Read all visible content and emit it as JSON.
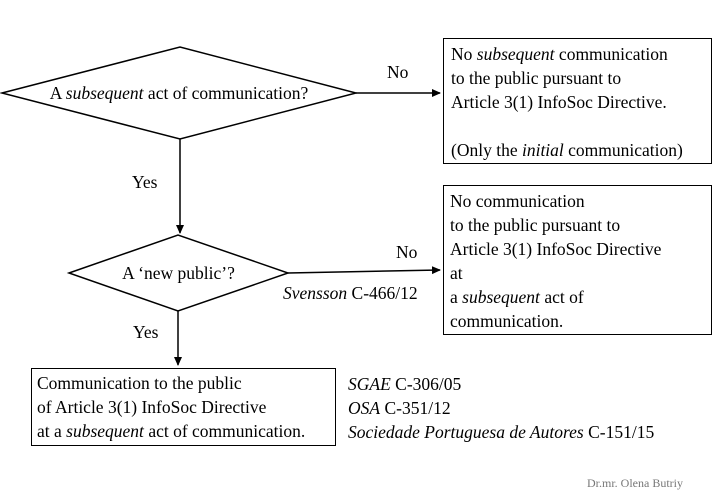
{
  "diamond1": {
    "pre": "A ",
    "em": "subsequent",
    "post": " act of communication?"
  },
  "diamond2": {
    "text": "A ‘new public’?"
  },
  "edges": {
    "no1": "No",
    "yes1": "Yes",
    "no2": "No",
    "yes2": "Yes"
  },
  "svensson": {
    "case_name": "Svensson",
    "case_no": " C-466/12"
  },
  "box1": {
    "line1_pre": "No ",
    "line1_em": "subsequent",
    "line1_post": " communication",
    "line2": "to the public pursuant to",
    "line3": "Article 3(1) InfoSoc Directive.",
    "line5_pre": "(Only the ",
    "line5_em": "initial",
    "line5_post": " communication)"
  },
  "box2": {
    "line1": "No communication",
    "line2": "to the public pursuant to",
    "line3": "Article 3(1) InfoSoc Directive",
    "line4": "at",
    "line5_pre": "a ",
    "line5_em": "subsequent",
    "line5_post": " act of",
    "line6": "communication."
  },
  "box3": {
    "line1": "Communication to the public",
    "line2": "of Article 3(1) InfoSoc Directive",
    "line3_pre": "at a ",
    "line3_em": "subsequent",
    "line3_post": " act of communication."
  },
  "cases": [
    {
      "name": "SGAE",
      "number": " C-306/05"
    },
    {
      "name": "OSA",
      "number": " C-351/12"
    },
    {
      "name": "Sociedade Portuguesa de Autores",
      "number": " C-151/15"
    }
  ],
  "credit": "Dr.mr. Olena Butriy"
}
